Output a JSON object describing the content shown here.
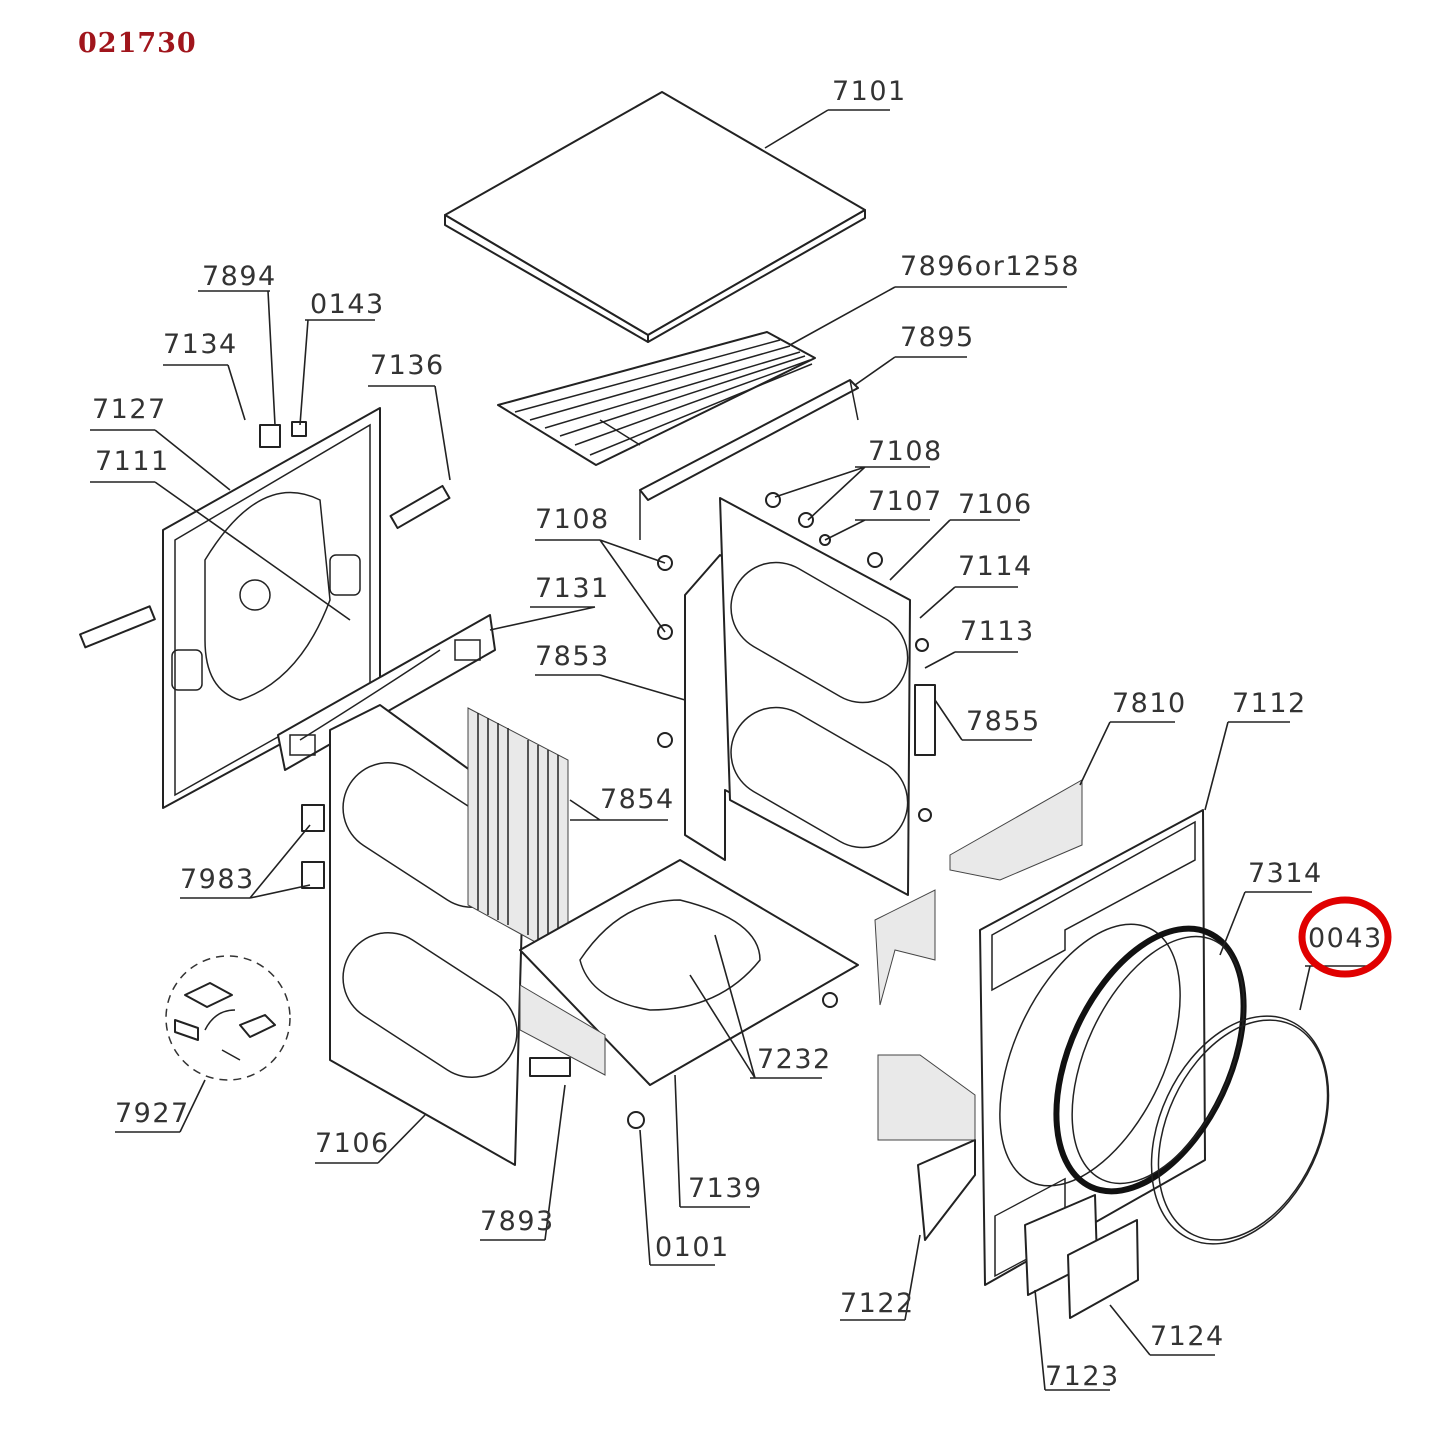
{
  "diagram_id": "021730",
  "highlight_color": "#e00000",
  "title_color": "#a0151c",
  "labels": {
    "p7101": "7101",
    "p7896": "7896or1258",
    "p7895": "7895",
    "p7894": "7894",
    "p0143": "0143",
    "p7134": "7134",
    "p7136": "7136",
    "p7127": "7127",
    "p7111": "7111",
    "p7108a": "7108",
    "p7107": "7107",
    "p7106a": "7106",
    "p7108b": "7108",
    "p7131": "7131",
    "p7114": "7114",
    "p7113": "7113",
    "p7853": "7853",
    "p7855": "7855",
    "p7810": "7810",
    "p7112": "7112",
    "p7854": "7854",
    "p7314": "7314",
    "p0043": "0043",
    "p7983": "7983",
    "p7232": "7232",
    "p7927": "7927",
    "p7106b": "7106",
    "p7139": "7139",
    "p7893": "7893",
    "p0101": "0101",
    "p7122": "7122",
    "p7124": "7124",
    "p7123": "7123"
  },
  "highlighted_part": "0043"
}
